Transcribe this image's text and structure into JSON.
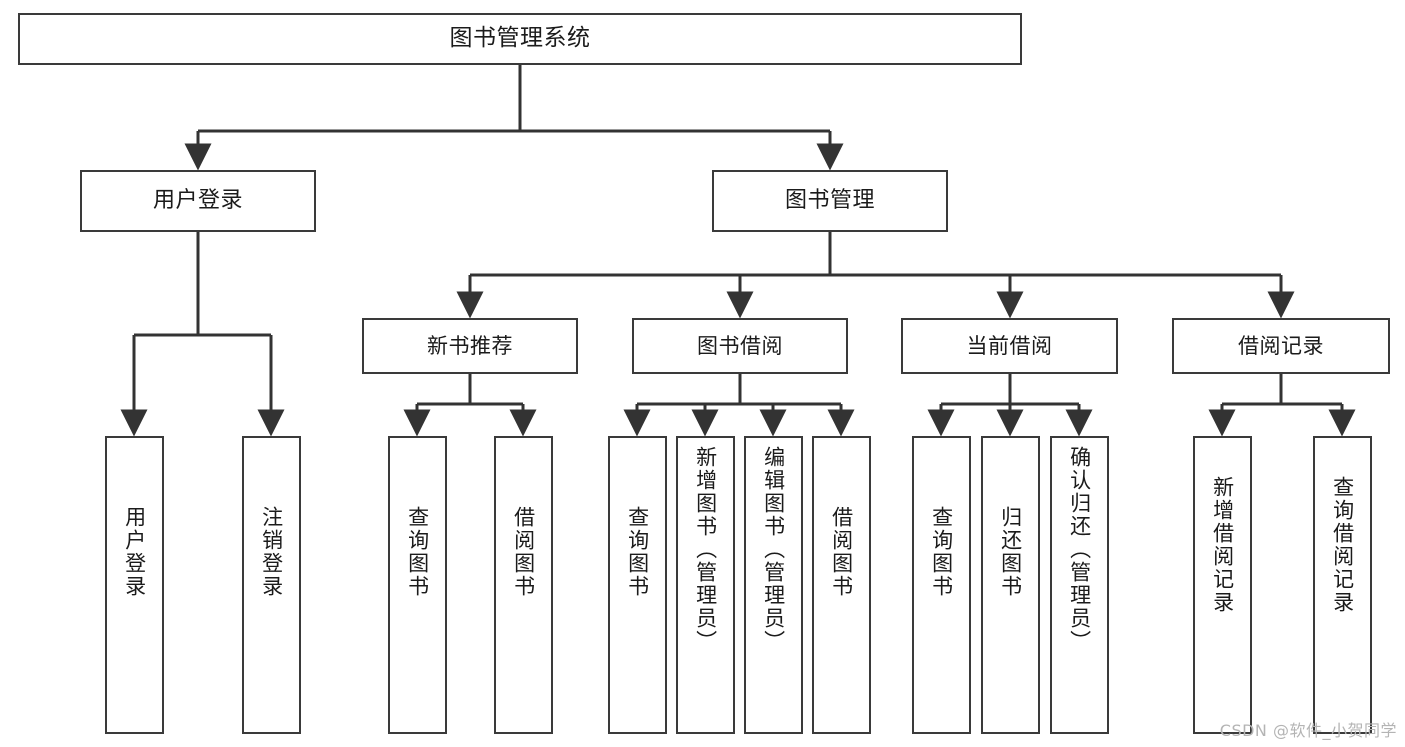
{
  "diagram": {
    "title": "图书管理系统",
    "type": "tree",
    "root": {
      "id": "root",
      "label": "图书管理系统"
    },
    "level1": [
      {
        "id": "user-login",
        "label": "用户登录"
      },
      {
        "id": "book-manage",
        "label": "图书管理"
      }
    ],
    "level2": [
      {
        "id": "new-book-recommend",
        "label": "新书推荐",
        "parent": "book-manage"
      },
      {
        "id": "book-borrow",
        "label": "图书借阅",
        "parent": "book-manage"
      },
      {
        "id": "current-borrow",
        "label": "当前借阅",
        "parent": "book-manage"
      },
      {
        "id": "borrow-record",
        "label": "借阅记录",
        "parent": "book-manage"
      }
    ],
    "leaves": [
      {
        "id": "leaf-user-login",
        "label": "用户登录",
        "parent": "user-login"
      },
      {
        "id": "leaf-user-logout",
        "label": "注销登录",
        "parent": "user-login"
      },
      {
        "id": "leaf-query-book-1",
        "label": "查询图书",
        "parent": "new-book-recommend"
      },
      {
        "id": "leaf-borrow-book-1",
        "label": "借阅图书",
        "parent": "new-book-recommend"
      },
      {
        "id": "leaf-query-book-2",
        "label": "查询图书",
        "parent": "book-borrow"
      },
      {
        "id": "leaf-add-book",
        "label": "新增图书（管理员）",
        "parent": "book-borrow"
      },
      {
        "id": "leaf-edit-book",
        "label": "编辑图书（管理员）",
        "parent": "book-borrow"
      },
      {
        "id": "leaf-borrow-book-2",
        "label": "借阅图书",
        "parent": "book-borrow"
      },
      {
        "id": "leaf-query-book-3",
        "label": "查询图书",
        "parent": "current-borrow"
      },
      {
        "id": "leaf-return-book",
        "label": "归还图书",
        "parent": "current-borrow"
      },
      {
        "id": "leaf-confirm-return",
        "label": "确认归还（管理员）",
        "parent": "current-borrow"
      },
      {
        "id": "leaf-add-record",
        "label": "新增借阅记录",
        "parent": "borrow-record"
      },
      {
        "id": "leaf-query-record",
        "label": "查询借阅记录",
        "parent": "borrow-record"
      }
    ],
    "colors": {
      "border": "#3a3a3a",
      "background": "#ffffff",
      "text": "#1b1b1b",
      "connector": "#333333",
      "watermark": "#b4b4b4"
    }
  },
  "watermark": {
    "text": "CSDN @软件_小贺同学"
  }
}
